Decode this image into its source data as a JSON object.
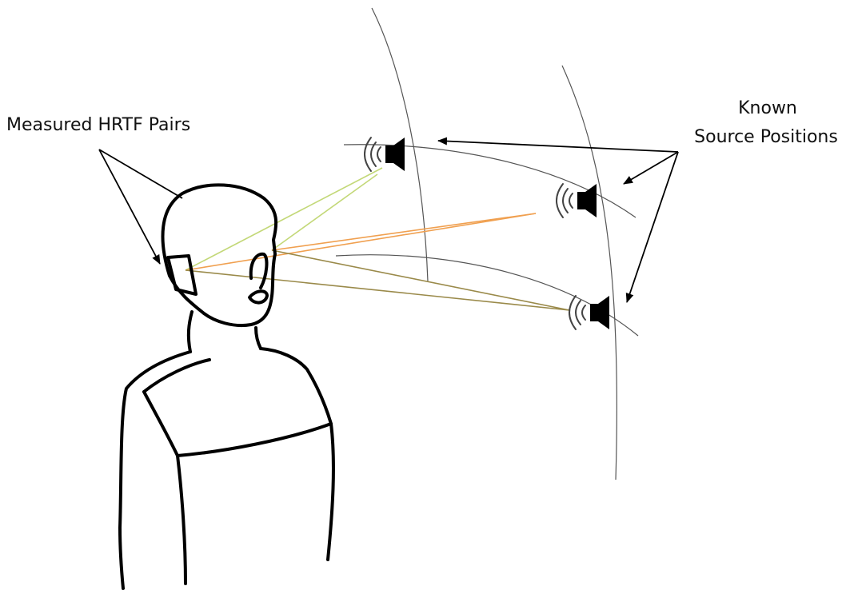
{
  "labels": {
    "hrtf_pairs": "Measured HRTF Pairs",
    "known_line1": "Known",
    "known_line2": "Source Positions"
  },
  "colors": {
    "ray_top_source": "#c3d878",
    "ray_middle_source": "#f0a050",
    "ray_bottom_source": "#9a8a4a"
  },
  "icons": [
    "speaker-icon",
    "sound-wave-icon"
  ]
}
